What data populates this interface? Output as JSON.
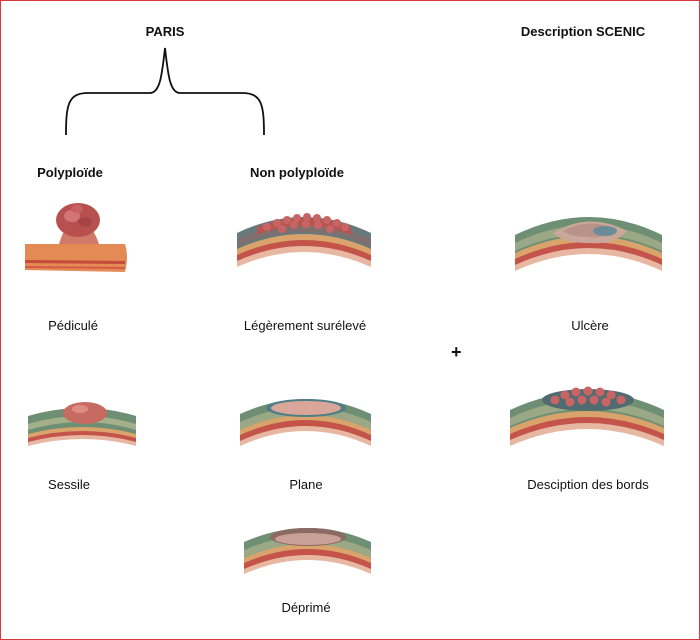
{
  "header": {
    "paris": "PARIS",
    "scenic": "Description SCENIC"
  },
  "categories": {
    "polyploid": "Polyploïde",
    "non_polyploid": "Non polyploïde"
  },
  "lesions": {
    "pedicule": "Pédiculé",
    "sessile": "Sessile",
    "legerement_sureleve": "Légèrement surélevé",
    "plane": "Plane",
    "deprime": "Déprimé",
    "ulcere": "Ulcère",
    "bords": "Desciption des bords"
  },
  "plus": "+",
  "colors": {
    "border": "#d9363e",
    "mucosa_green": "#7a9a7e",
    "muscle_red": "#c4544a",
    "lesion_pink": "#c66a62"
  }
}
